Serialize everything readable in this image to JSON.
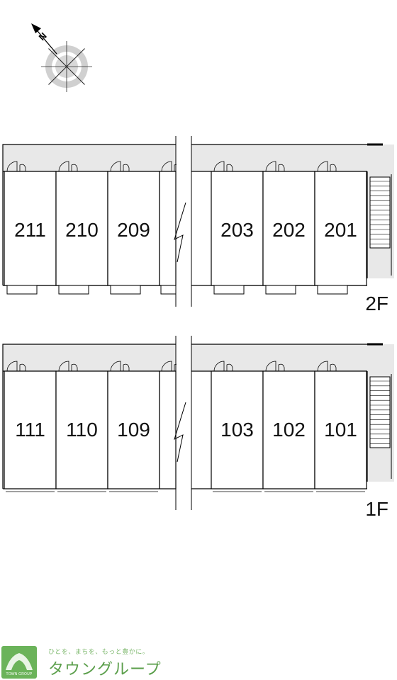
{
  "compass": {
    "label": "N"
  },
  "floors": [
    {
      "id": "2F",
      "label": "2F",
      "units_left": [
        "211",
        "210",
        "209"
      ],
      "units_right": [
        "203",
        "202",
        "201"
      ]
    },
    {
      "id": "1F",
      "label": "1F",
      "units_left": [
        "111",
        "110",
        "109"
      ],
      "units_right": [
        "103",
        "102",
        "101"
      ]
    }
  ],
  "logo": {
    "slogan": "ひとを、まちを、もっと豊かに。",
    "name": "タウングループ",
    "mark_text": "TOWN GROUP"
  },
  "colors": {
    "line": "#000000",
    "corridor": "#e8e8e8",
    "logo_green": "#5a9e4a"
  }
}
